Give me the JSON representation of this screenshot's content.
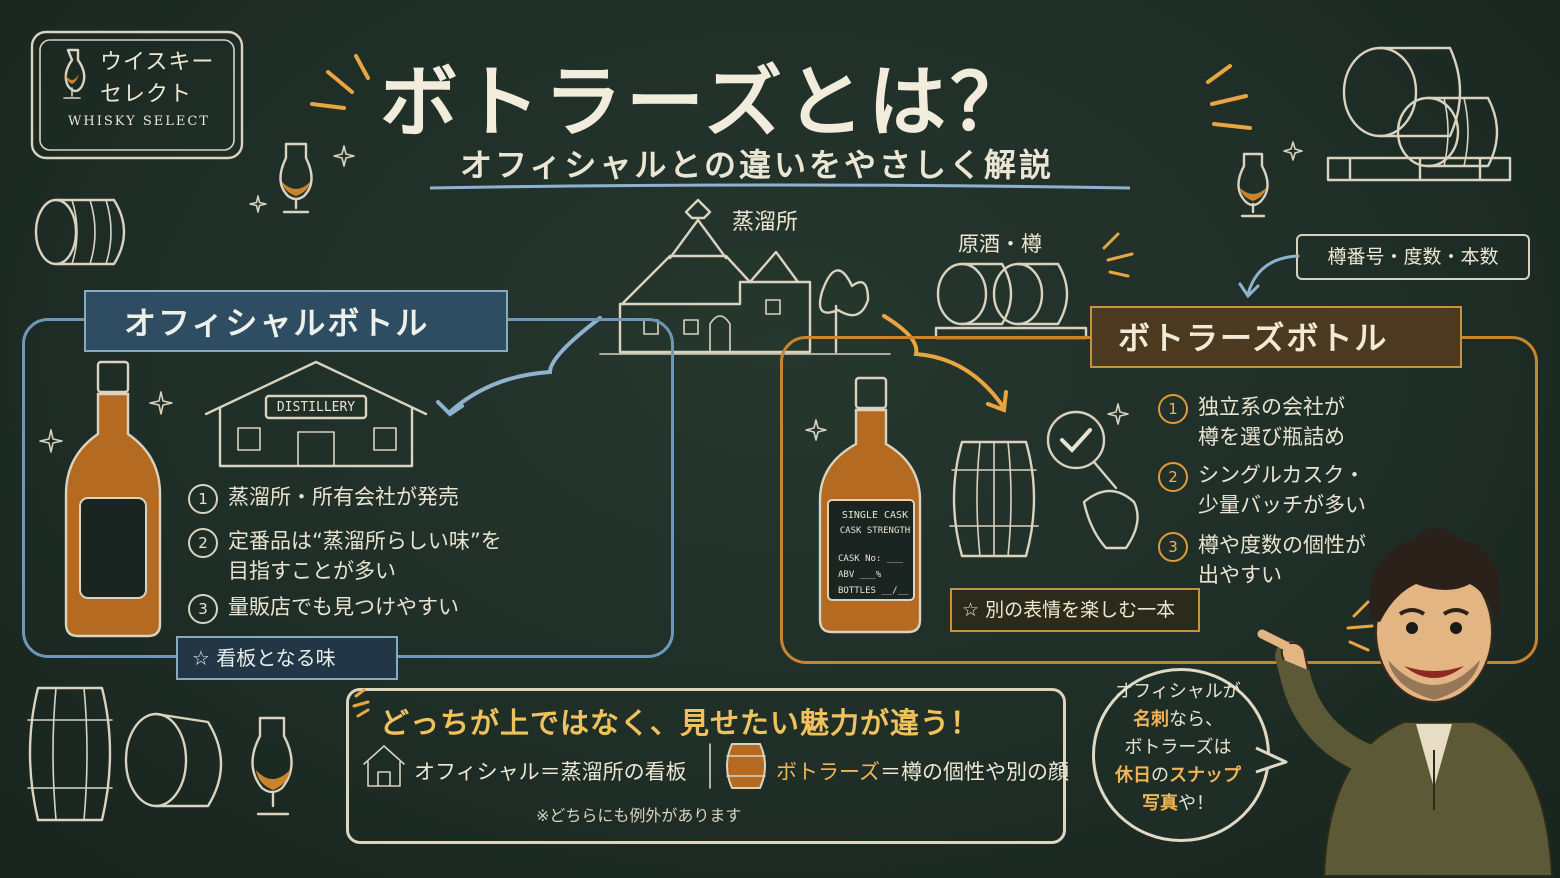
{
  "logo": {
    "jp_line1": "ウイスキー",
    "jp_line2": "セレクト",
    "en": "WHISKY SELECT"
  },
  "title": "ボトラーズとは？",
  "subtitle": "オフィシャルとの違いをやさしく解説",
  "labels": {
    "distillery": "蒸溜所",
    "cask": "原酒・樽",
    "cask_info": "樽番号・度数・本数"
  },
  "official": {
    "ribbon": "オフィシャルボトル",
    "building_sign": "DISTILLERY",
    "items": [
      {
        "num": "1",
        "lines": [
          "蒸溜所・所有会社が発売"
        ]
      },
      {
        "num": "2",
        "lines": [
          "定番品は“蒸溜所らしい味”を",
          "目指すことが多い"
        ]
      },
      {
        "num": "3",
        "lines": [
          "量販店でも見つけやすい"
        ]
      }
    ],
    "badge": "☆ 看板となる味"
  },
  "bottlers": {
    "ribbon": "ボトラーズボトル",
    "label": {
      "line1": "SINGLE CASK",
      "line2": "CASK STRENGTH",
      "cask_no": "CASK No: ___",
      "abv": "ABV ___%",
      "bottles": "BOTTLES __/__"
    },
    "items": [
      {
        "num": "1",
        "lines": [
          "独立系の会社が",
          "樽を選び瓶詰め"
        ]
      },
      {
        "num": "2",
        "lines": [
          "シングルカスク・",
          "少量バッチが多い"
        ]
      },
      {
        "num": "3",
        "lines": [
          "樽や度数の個性が",
          "出やすい"
        ]
      }
    ],
    "badge": "☆ 別の表情を楽しむ一本"
  },
  "summary": {
    "headline": "どっちが上ではなく、見せたい魅力が違う！",
    "official_prefix": "オフィシャル",
    "official_rest": "＝蒸溜所の看板",
    "bottlers_prefix": "ボトラーズ",
    "bottlers_rest": "＝樽の個性や別の顔",
    "note": "※どちらにも例外があります"
  },
  "speech": {
    "l1": "オフィシャルが",
    "l2_hl": "名刺",
    "l2_rest": "なら、",
    "l3": "ボトラーズは",
    "l4_hl1": "休日",
    "l4_mid": "の",
    "l4_hl2": "スナップ",
    "l5_hl": "写真",
    "l5_rest": "や！"
  },
  "colors": {
    "board": "#1f2e27",
    "chalk": "#ece6d3",
    "official_blue": "#6f97b8",
    "bottlers_orange": "#c7852e",
    "accent_yellow": "#f0c25c",
    "amber": "#c9842c"
  },
  "icons": [
    "glencairn-glass-icon",
    "barrel-icon",
    "distillery-icon",
    "whisky-bottle-icon",
    "magnifier-icon",
    "sparkle-icon",
    "person-illustration"
  ]
}
